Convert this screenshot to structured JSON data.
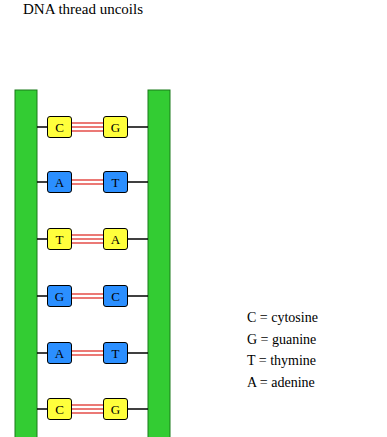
{
  "diagram": {
    "title": "DNA thread uncoils",
    "nodes": [
      {
        "text": [
          "C"
        ]
      },
      {
        "text": [
          "G"
        ]
      },
      {
        "text": [
          "A"
        ]
      },
      {
        "text": [
          "T"
        ]
      },
      {
        "text": [
          "T"
        ]
      },
      {
        "text": [
          "A"
        ]
      },
      {
        "text": [
          "G"
        ]
      },
      {
        "text": [
          "C"
        ]
      },
      {
        "text": [
          "A"
        ]
      },
      {
        "text": [
          "T"
        ]
      },
      {
        "text": [
          "C"
        ]
      },
      {
        "text": [
          "G"
        ]
      }
    ],
    "edges": [
      {
        "from": 0,
        "to": 1,
        "arrow": "none"
      },
      {
        "from": 2,
        "to": 3,
        "arrow": "none"
      },
      {
        "from": 4,
        "to": 5,
        "arrow": "none"
      },
      {
        "from": 6,
        "to": 7,
        "arrow": "none"
      },
      {
        "from": 8,
        "to": 9,
        "arrow": "none"
      },
      {
        "from": 10,
        "to": 11,
        "arrow": "none"
      }
    ],
    "labels": [
      "C = cytosine",
      "G = guanine",
      "T = thymine",
      "A = adenine"
    ]
  }
}
